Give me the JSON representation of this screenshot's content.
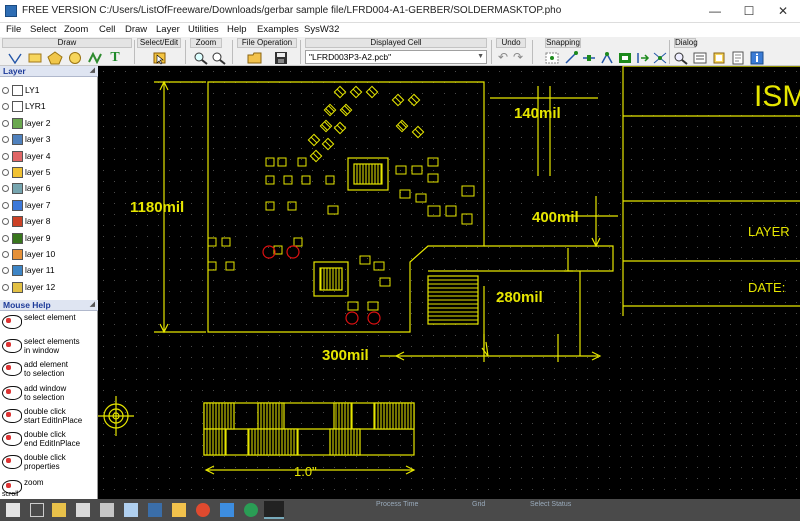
{
  "window": {
    "title": "FREE VERSION C:/Users/ListOfFreeware/Downloads/gerbar sample file/LFRD004-A1-GERBER/SOLDERMASKTOP.pho",
    "minimize": "—",
    "maximize": "☐",
    "close": "✕"
  },
  "menu": [
    "File",
    "Select",
    "Zoom",
    "Cell",
    "Draw",
    "Layer",
    "Utilities",
    "Help",
    "Examples",
    "SysW32"
  ],
  "toolbar": {
    "groups": {
      "draw": "Draw",
      "select_edit": "Select/Edit",
      "zoom": "Zoom",
      "file_operation": "File Operation",
      "displayed_cell": "Displayed Cell",
      "undo": "Undo",
      "snapping": "Snapping",
      "dialog": "Dialog"
    },
    "displayed_cell_value": "\"LFRD003P3-A2.pcb\"",
    "text_tool_glyph": "T"
  },
  "layers": {
    "title": "Layer",
    "items": [
      {
        "name": "LY1",
        "color": "#ffffff"
      },
      {
        "name": "LYR1",
        "color": "#ffffff"
      },
      {
        "name": "layer 2",
        "color": "#6aa84f"
      },
      {
        "name": "layer 3",
        "color": "#4f81bd"
      },
      {
        "name": "layer 4",
        "color": "#e06666"
      },
      {
        "name": "layer 5",
        "color": "#f1c232"
      },
      {
        "name": "layer 6",
        "color": "#76a5af"
      },
      {
        "name": "layer 7",
        "color": "#3c78d8"
      },
      {
        "name": "layer 8",
        "color": "#cc4125"
      },
      {
        "name": "layer 9",
        "color": "#38761d"
      },
      {
        "name": "layer 10",
        "color": "#e69138"
      },
      {
        "name": "layer 11",
        "color": "#3d85c6"
      },
      {
        "name": "layer 12",
        "color": "#e2c044"
      }
    ]
  },
  "mouse_help": {
    "title": "Mouse Help",
    "items": [
      "select element",
      "select elements\nin window",
      "add element\nto selection",
      "add window\nto selection",
      "double click\nstart EditInPlace",
      "double click\nend EditInPlace",
      "double click\nproperties",
      "zoom"
    ],
    "scroll_label": "scroll"
  },
  "canvas": {
    "dimensions": [
      "1180mil",
      "140mil",
      "400mil",
      "280mil",
      "300mil",
      "1.0\""
    ],
    "title_block": [
      "ISM",
      "LAYER",
      "DATE:"
    ]
  },
  "status": {
    "process_time": "Process Time",
    "grid": "Grid",
    "select_status": "Select Status"
  },
  "colors": {
    "trace": "#e6e600",
    "pad_red": "#d11",
    "canvas_bg": "#000000"
  }
}
